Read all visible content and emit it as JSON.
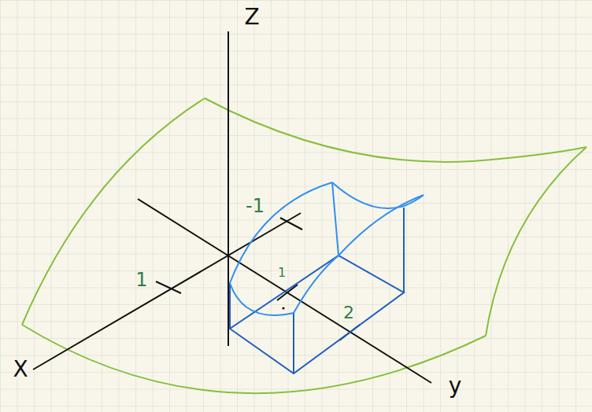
{
  "diagram": {
    "labels": [
      "Z",
      "-1",
      "1",
      "1",
      "2",
      "X",
      "y"
    ]
  }
}
